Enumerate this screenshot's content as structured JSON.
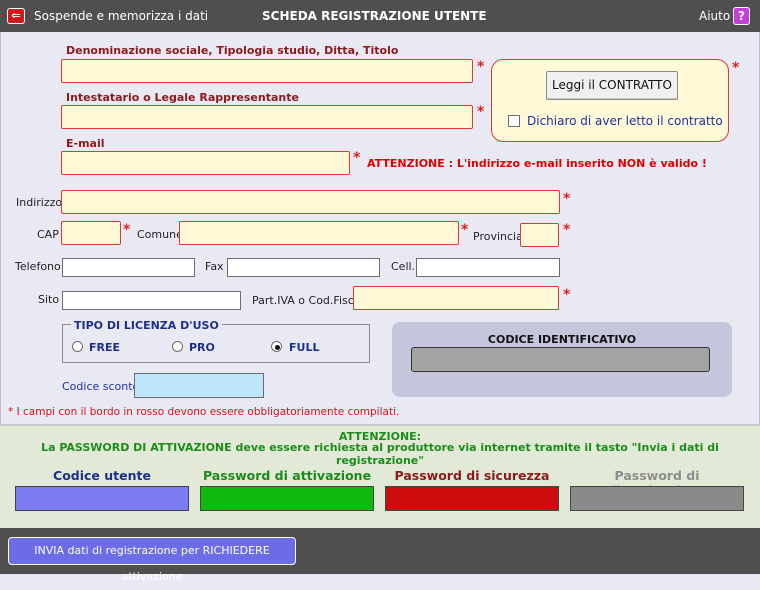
{
  "topbar": {
    "back_glyph": "⇐",
    "suspend_label": "Sospende e memorizza i dati",
    "title": "SCHEDA REGISTRAZIONE UTENTE",
    "help_label": "Aiuto",
    "help_glyph": "?"
  },
  "form": {
    "denominazione_label": "Denominazione sociale, Tipologia studio, Ditta, Titolo",
    "intestatario_label": "Intestatario o Legale Rappresentante",
    "email_label": "E-mail",
    "email_warning": "ATTENZIONE : L'indirizzo e-mail inserito NON è valido !",
    "indirizzo_label": "Indirizzo",
    "cap_label": "CAP",
    "comune_label": "Comune",
    "provincia_label": "Provincia",
    "telefono_label": "Telefono",
    "fax_label": "Fax",
    "cell_label": "Cell.",
    "sito_label": "Sito",
    "partiva_label": "Part.IVA o Cod.Fisc.",
    "required_star": "*"
  },
  "contract": {
    "button_label": "Leggi il CONTRATTO",
    "checkbox_label": "Dichiaro di aver letto il contratto"
  },
  "license": {
    "title": "TIPO DI LICENZA D'USO",
    "options": [
      "FREE",
      "PRO",
      "FULL"
    ],
    "selected": "FULL"
  },
  "code": {
    "title": "CODICE IDENTIFICATIVO"
  },
  "sconto": {
    "label": "Codice sconto"
  },
  "note": "* I campi con il bordo in rosso devono essere obbligatoriamente compilati.",
  "activation": {
    "attention": "ATTENZIONE:",
    "message": "La PASSWORD DI ATTIVAZIONE deve essere richiesta al produttore via internet tramite il tasto \"Invia i dati di registrazione\"",
    "fields": [
      {
        "label": "Codice utente",
        "label_color": "#1d2f8c",
        "box_color": "#7b7bf2"
      },
      {
        "label": "Password di attivazione",
        "label_color": "#1a8c1a",
        "box_color": "#0fba0f"
      },
      {
        "label": "Password di sicurezza",
        "label_color": "#8b1a1a",
        "box_color": "#cc0c0c"
      },
      {
        "label": "Password di disattivazione",
        "label_color": "#8d8d8d",
        "box_color": "#8a8a8a"
      }
    ]
  },
  "send_button_label": "INVIA dati di registrazione per RICHIEDERE attivazione"
}
